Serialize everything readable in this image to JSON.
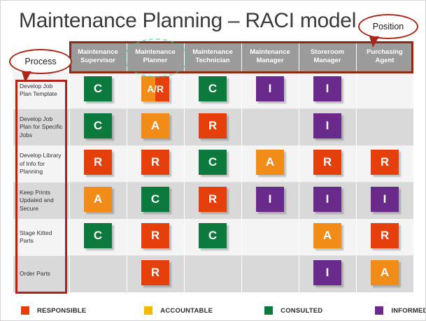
{
  "title": "Maintenance Planning – RACI model",
  "callouts": {
    "position": "Position",
    "process": "Process"
  },
  "colors": {
    "responsible": "#e5400c",
    "accountable": "#f28c18",
    "consulted": "#0b7a3c",
    "informed": "#6a2a8c",
    "header_bg": "#9b9b9b",
    "annotation": "#a8261a"
  },
  "legend": [
    {
      "code": "R",
      "label": "RESPONSIBLE",
      "color": "#e5400c"
    },
    {
      "code": "A",
      "label": "ACCOUNTABLE",
      "color": "#f5b800"
    },
    {
      "code": "C",
      "label": "CONSULTED",
      "color": "#0b7a3c"
    },
    {
      "code": "I",
      "label": "INFORMED",
      "color": "#6a2a8c"
    }
  ],
  "matrix": {
    "columns": [
      "Maintenance Supervisor",
      "Maintenance Planner",
      "Maintenance Technician",
      "Maintenance Manager",
      "Storeroom Manager",
      "Purchasing Agent"
    ],
    "rows": [
      {
        "label": "Develop Job Plan Template",
        "values": [
          "C",
          "A/R",
          "C",
          "I",
          "I",
          ""
        ]
      },
      {
        "label": "Develop Job Plan for Specific Jobs",
        "values": [
          "C",
          "A",
          "R",
          "",
          "I",
          ""
        ]
      },
      {
        "label": "Develop Library of Info for Planning",
        "values": [
          "R",
          "R",
          "C",
          "A",
          "R",
          "R"
        ]
      },
      {
        "label": "Keep Prints Updated and Secure",
        "values": [
          "A",
          "C",
          "R",
          "I",
          "I",
          "I"
        ]
      },
      {
        "label": "Stage  Kitted Parts",
        "values": [
          "C",
          "R",
          "C",
          "",
          "A",
          "R"
        ]
      },
      {
        "label": "Order Parts",
        "values": [
          "",
          "R",
          "",
          "",
          "I",
          "A"
        ]
      }
    ]
  }
}
